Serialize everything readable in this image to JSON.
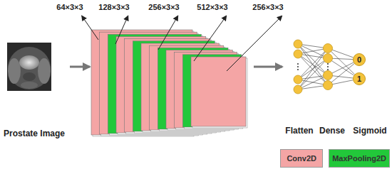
{
  "diagram": {
    "nodes": [
      {
        "text": [
          "0"
        ]
      },
      {
        "text": [
          "1"
        ]
      }
    ],
    "labels": [
      "64×3×3",
      "128×3×3",
      "256×3×3",
      "512×3×3",
      "256×3×3",
      "Prostate Image",
      "Flatten",
      "Dense",
      "Sigmoid"
    ],
    "legend": [
      {
        "text": "Conv2D",
        "color": "#f4a5a5"
      },
      {
        "text": "MaxPooling2D",
        "color": "#22c83a"
      }
    ]
  }
}
